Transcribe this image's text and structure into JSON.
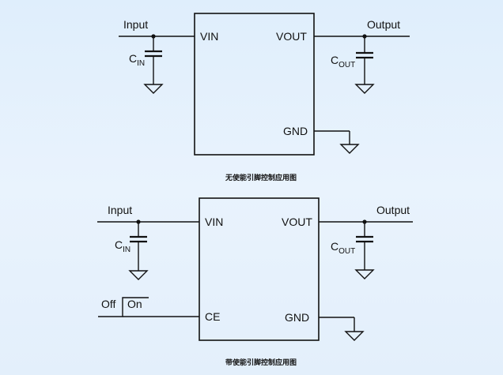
{
  "diagram_top": {
    "pins": {
      "vin": "VIN",
      "vout": "VOUT",
      "gnd": "GND"
    },
    "input_label": "Input",
    "output_label": "Output",
    "cin": {
      "main": "C",
      "sub": "IN"
    },
    "cout": {
      "main": "C",
      "sub": "OUT"
    },
    "caption": "无使能引脚控制应用图"
  },
  "diagram_bottom": {
    "pins": {
      "vin": "VIN",
      "vout": "VOUT",
      "gnd": "GND",
      "ce": "CE"
    },
    "input_label": "Input",
    "output_label": "Output",
    "cin": {
      "main": "C",
      "sub": "IN"
    },
    "cout": {
      "main": "C",
      "sub": "OUT"
    },
    "switch_off": "Off",
    "switch_on": "On",
    "caption": "带使能引脚控制应用图"
  }
}
